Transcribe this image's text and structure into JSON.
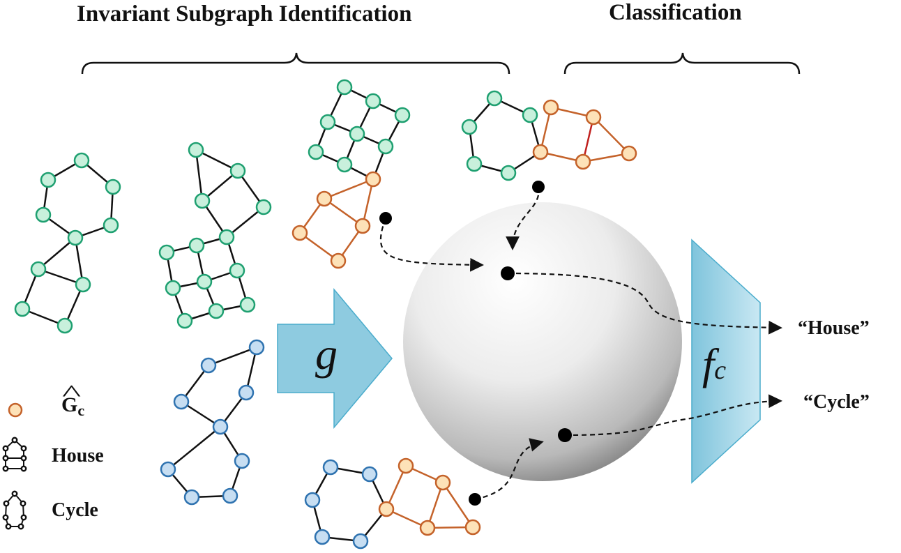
{
  "headers": {
    "identification": "Invariant Subgraph Identification",
    "classification": "Classification"
  },
  "encoder": {
    "symbol": "g",
    "fill": "#8ecbe0",
    "stroke": "#4aaccc"
  },
  "classifier": {
    "symbol": "f",
    "subscript": "c"
  },
  "outputs": {
    "house": "“House”",
    "cycle": "“Cycle”"
  },
  "legend": {
    "invariant_symbol": "G",
    "invariant_hat": "^",
    "invariant_subscript": "c",
    "house": "House",
    "cycle": "Cycle"
  },
  "colors": {
    "green_fill": "#c8f0dc",
    "green_stroke": "#1fa071",
    "orange_fill": "#fde2b8",
    "orange_stroke": "#c4622a",
    "blue_fill": "#c7def2",
    "blue_stroke": "#2f73b0",
    "edge": "#111111"
  }
}
